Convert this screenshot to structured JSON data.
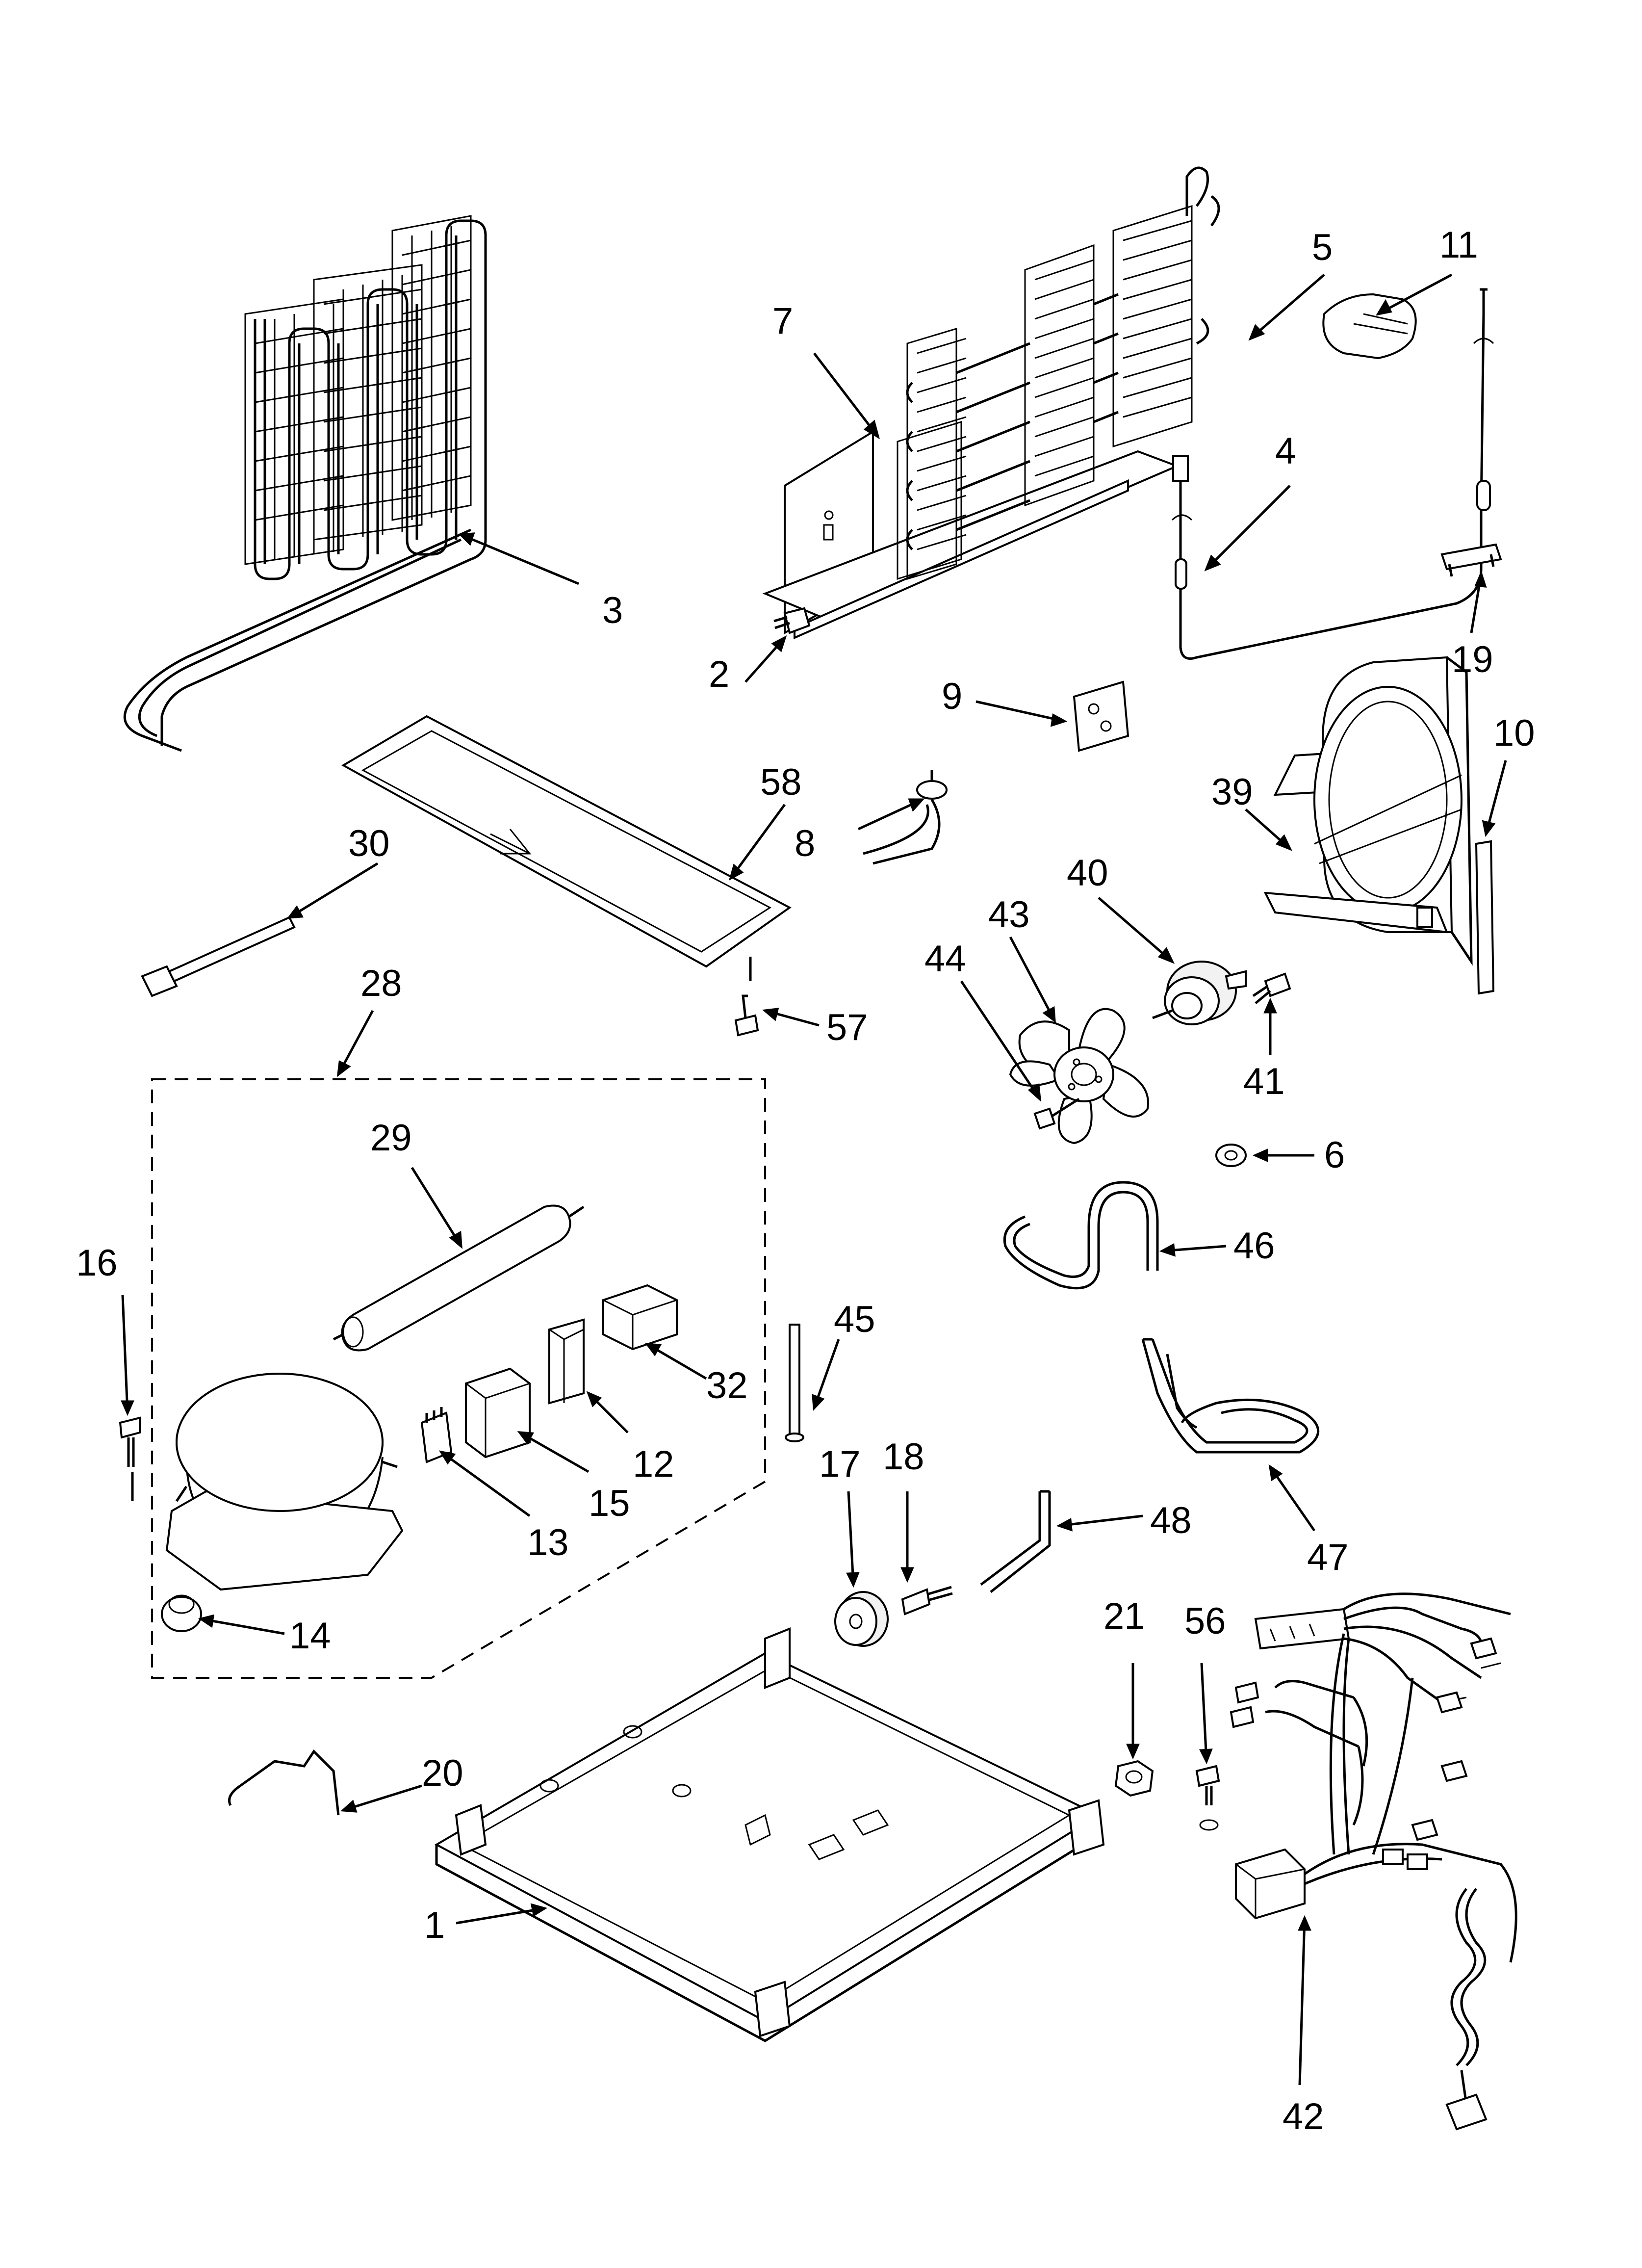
{
  "callouts": [
    {
      "id": "7",
      "label": "7"
    },
    {
      "id": "5",
      "label": "5"
    },
    {
      "id": "11",
      "label": "11"
    },
    {
      "id": "4",
      "label": "4"
    },
    {
      "id": "3",
      "label": "3"
    },
    {
      "id": "2",
      "label": "2"
    },
    {
      "id": "19",
      "label": "19"
    },
    {
      "id": "9",
      "label": "9"
    },
    {
      "id": "10",
      "label": "10"
    },
    {
      "id": "58",
      "label": "58"
    },
    {
      "id": "39",
      "label": "39"
    },
    {
      "id": "8",
      "label": "8"
    },
    {
      "id": "30",
      "label": "30"
    },
    {
      "id": "40",
      "label": "40"
    },
    {
      "id": "43",
      "label": "43"
    },
    {
      "id": "28",
      "label": "28"
    },
    {
      "id": "44",
      "label": "44"
    },
    {
      "id": "57",
      "label": "57"
    },
    {
      "id": "41",
      "label": "41"
    },
    {
      "id": "29",
      "label": "29"
    },
    {
      "id": "6",
      "label": "6"
    },
    {
      "id": "16",
      "label": "16"
    },
    {
      "id": "46",
      "label": "46"
    },
    {
      "id": "45",
      "label": "45"
    },
    {
      "id": "32",
      "label": "32"
    },
    {
      "id": "17",
      "label": "17"
    },
    {
      "id": "18",
      "label": "18"
    },
    {
      "id": "12",
      "label": "12"
    },
    {
      "id": "15",
      "label": "15"
    },
    {
      "id": "13",
      "label": "13"
    },
    {
      "id": "48",
      "label": "48"
    },
    {
      "id": "47",
      "label": "47"
    },
    {
      "id": "14",
      "label": "14"
    },
    {
      "id": "21",
      "label": "21"
    },
    {
      "id": "56",
      "label": "56"
    },
    {
      "id": "20",
      "label": "20"
    },
    {
      "id": "1",
      "label": "1"
    },
    {
      "id": "42",
      "label": "42"
    }
  ]
}
